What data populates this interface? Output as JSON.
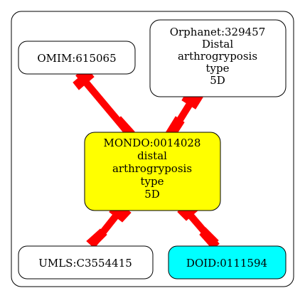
{
  "nodes": {
    "omim": {
      "lines": [
        "OMIM:615065"
      ],
      "fill": "#ffffff"
    },
    "orphanet": {
      "lines": [
        "Orphanet:329457",
        "Distal",
        "arthrogryposis",
        "type",
        "5D"
      ],
      "fill": "#ffffff"
    },
    "mondo": {
      "lines": [
        "MONDO:0014028",
        "distal",
        "arthrogryposis",
        "type",
        "5D"
      ],
      "fill": "#ffff00"
    },
    "umls": {
      "lines": [
        "UMLS:C3554415"
      ],
      "fill": "#ffffff"
    },
    "doid": {
      "lines": [
        "DOID:0111594"
      ],
      "fill": "#00ffff"
    }
  },
  "colors": {
    "edge": "#ff0000",
    "stroke": "#000000",
    "background": "#ffffff"
  }
}
